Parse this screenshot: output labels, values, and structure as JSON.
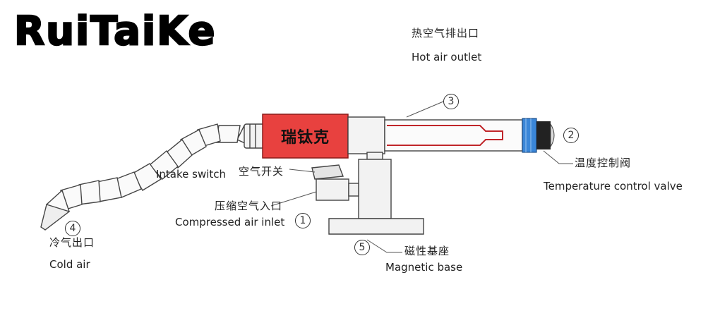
{
  "brand": "RuiTaiKe",
  "badge": "瑞钛克",
  "labels": {
    "hot_air_outlet_zh": "热空气排出口",
    "hot_air_outlet_en": "Hot air outlet",
    "part3_num": "3",
    "part2_num": "2",
    "temp_valve_zh": "温度控制阀",
    "temp_valve_en": "Temperature control valve",
    "intake_switch_en": "Intake switch",
    "intake_switch_zh": "空气开关",
    "compressed_inlet_zh": "压缩空气入口",
    "compressed_inlet_en": "Compressed air inlet",
    "part1_num": "1",
    "part4_num": "4",
    "cold_air_zh": "冷气出口",
    "cold_air_en": "Cold air",
    "part5_num": "5",
    "magnetic_base_zh": "磁性基座",
    "magnetic_base_en": "Magnetic base"
  },
  "colors": {
    "badge_fill": "#e8413f",
    "valve_blue": "#3a86d8",
    "tube_red": "#c0262a"
  }
}
